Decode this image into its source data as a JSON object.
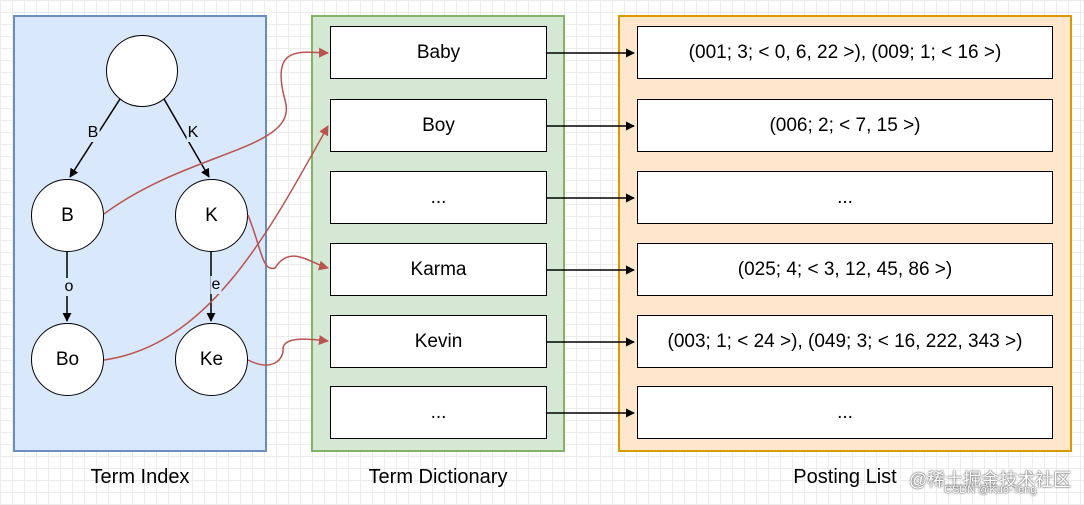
{
  "term_index": {
    "root": "",
    "nodes": [
      "B",
      "K",
      "Bo",
      "Ke"
    ],
    "edge_labels": [
      "B",
      "K",
      "o",
      "e"
    ],
    "caption": "Term Index"
  },
  "term_dictionary": {
    "entries": [
      "Baby",
      "Boy",
      "...",
      "Karma",
      "Kevin",
      "..."
    ],
    "caption": "Term Dictionary"
  },
  "posting_list": {
    "entries": [
      "(001; 3; < 0, 6, 22 >), (009; 1; < 16 >)",
      "(006; 2; < 7, 15 >)",
      "...",
      "(025; 4; < 3, 12, 45, 86 >)",
      "(003; 1; < 24 >), (049; 3; < 16, 222, 343 >)",
      "..."
    ],
    "caption": "Posting List"
  },
  "colors": {
    "term_index_fill": "#dae8fc",
    "term_dictionary_fill": "#d5e8d4",
    "posting_list_fill": "#ffe6cc",
    "link_arrow": "#b85450"
  },
  "watermark": {
    "line1": "@稀土掘金技术社区",
    "line2": "CSDN @Kuo-Teng"
  }
}
